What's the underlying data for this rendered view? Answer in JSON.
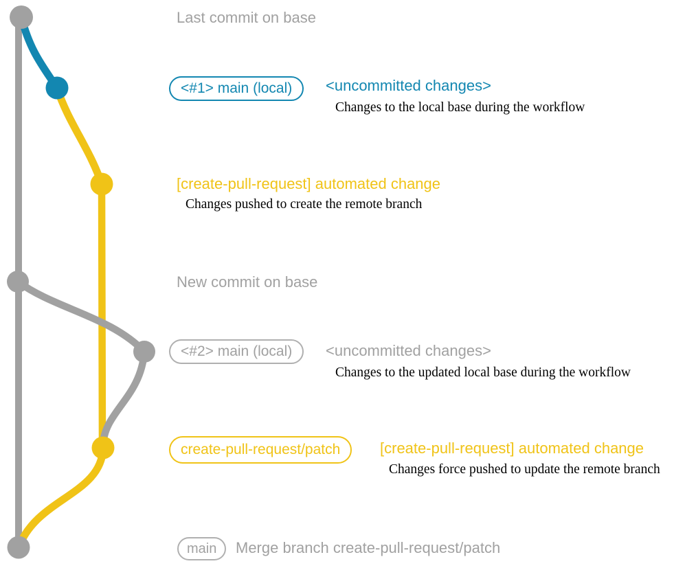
{
  "colors": {
    "gray": "#a1a1a1",
    "gray_badge_border": "#b0b0b0",
    "teal": "#1387b1",
    "gold": "#f0c317",
    "description_text": "#000000"
  },
  "annotations": {
    "last_commit_on_base": "Last commit on base",
    "new_commit_on_base": "New commit on base",
    "merge_commit": "Merge branch create-pull-request/patch"
  },
  "badges": {
    "main_local_1": "<#1> main (local)",
    "main_local_2": "<#2> main (local)",
    "remote_branch": "create-pull-request/patch",
    "main": "main"
  },
  "commits": {
    "uncommitted_1": {
      "title": "<uncommitted changes>",
      "description": "Changes to the local base during the workflow"
    },
    "automated_1": {
      "title": "[create-pull-request] automated change",
      "description": "Changes pushed to create the remote branch"
    },
    "uncommitted_2": {
      "title": "<uncommitted changes>",
      "description": "Changes to the updated local base during the workflow"
    },
    "automated_2": {
      "title": "[create-pull-request] automated change",
      "description": "Changes force pushed to update the remote branch"
    }
  }
}
